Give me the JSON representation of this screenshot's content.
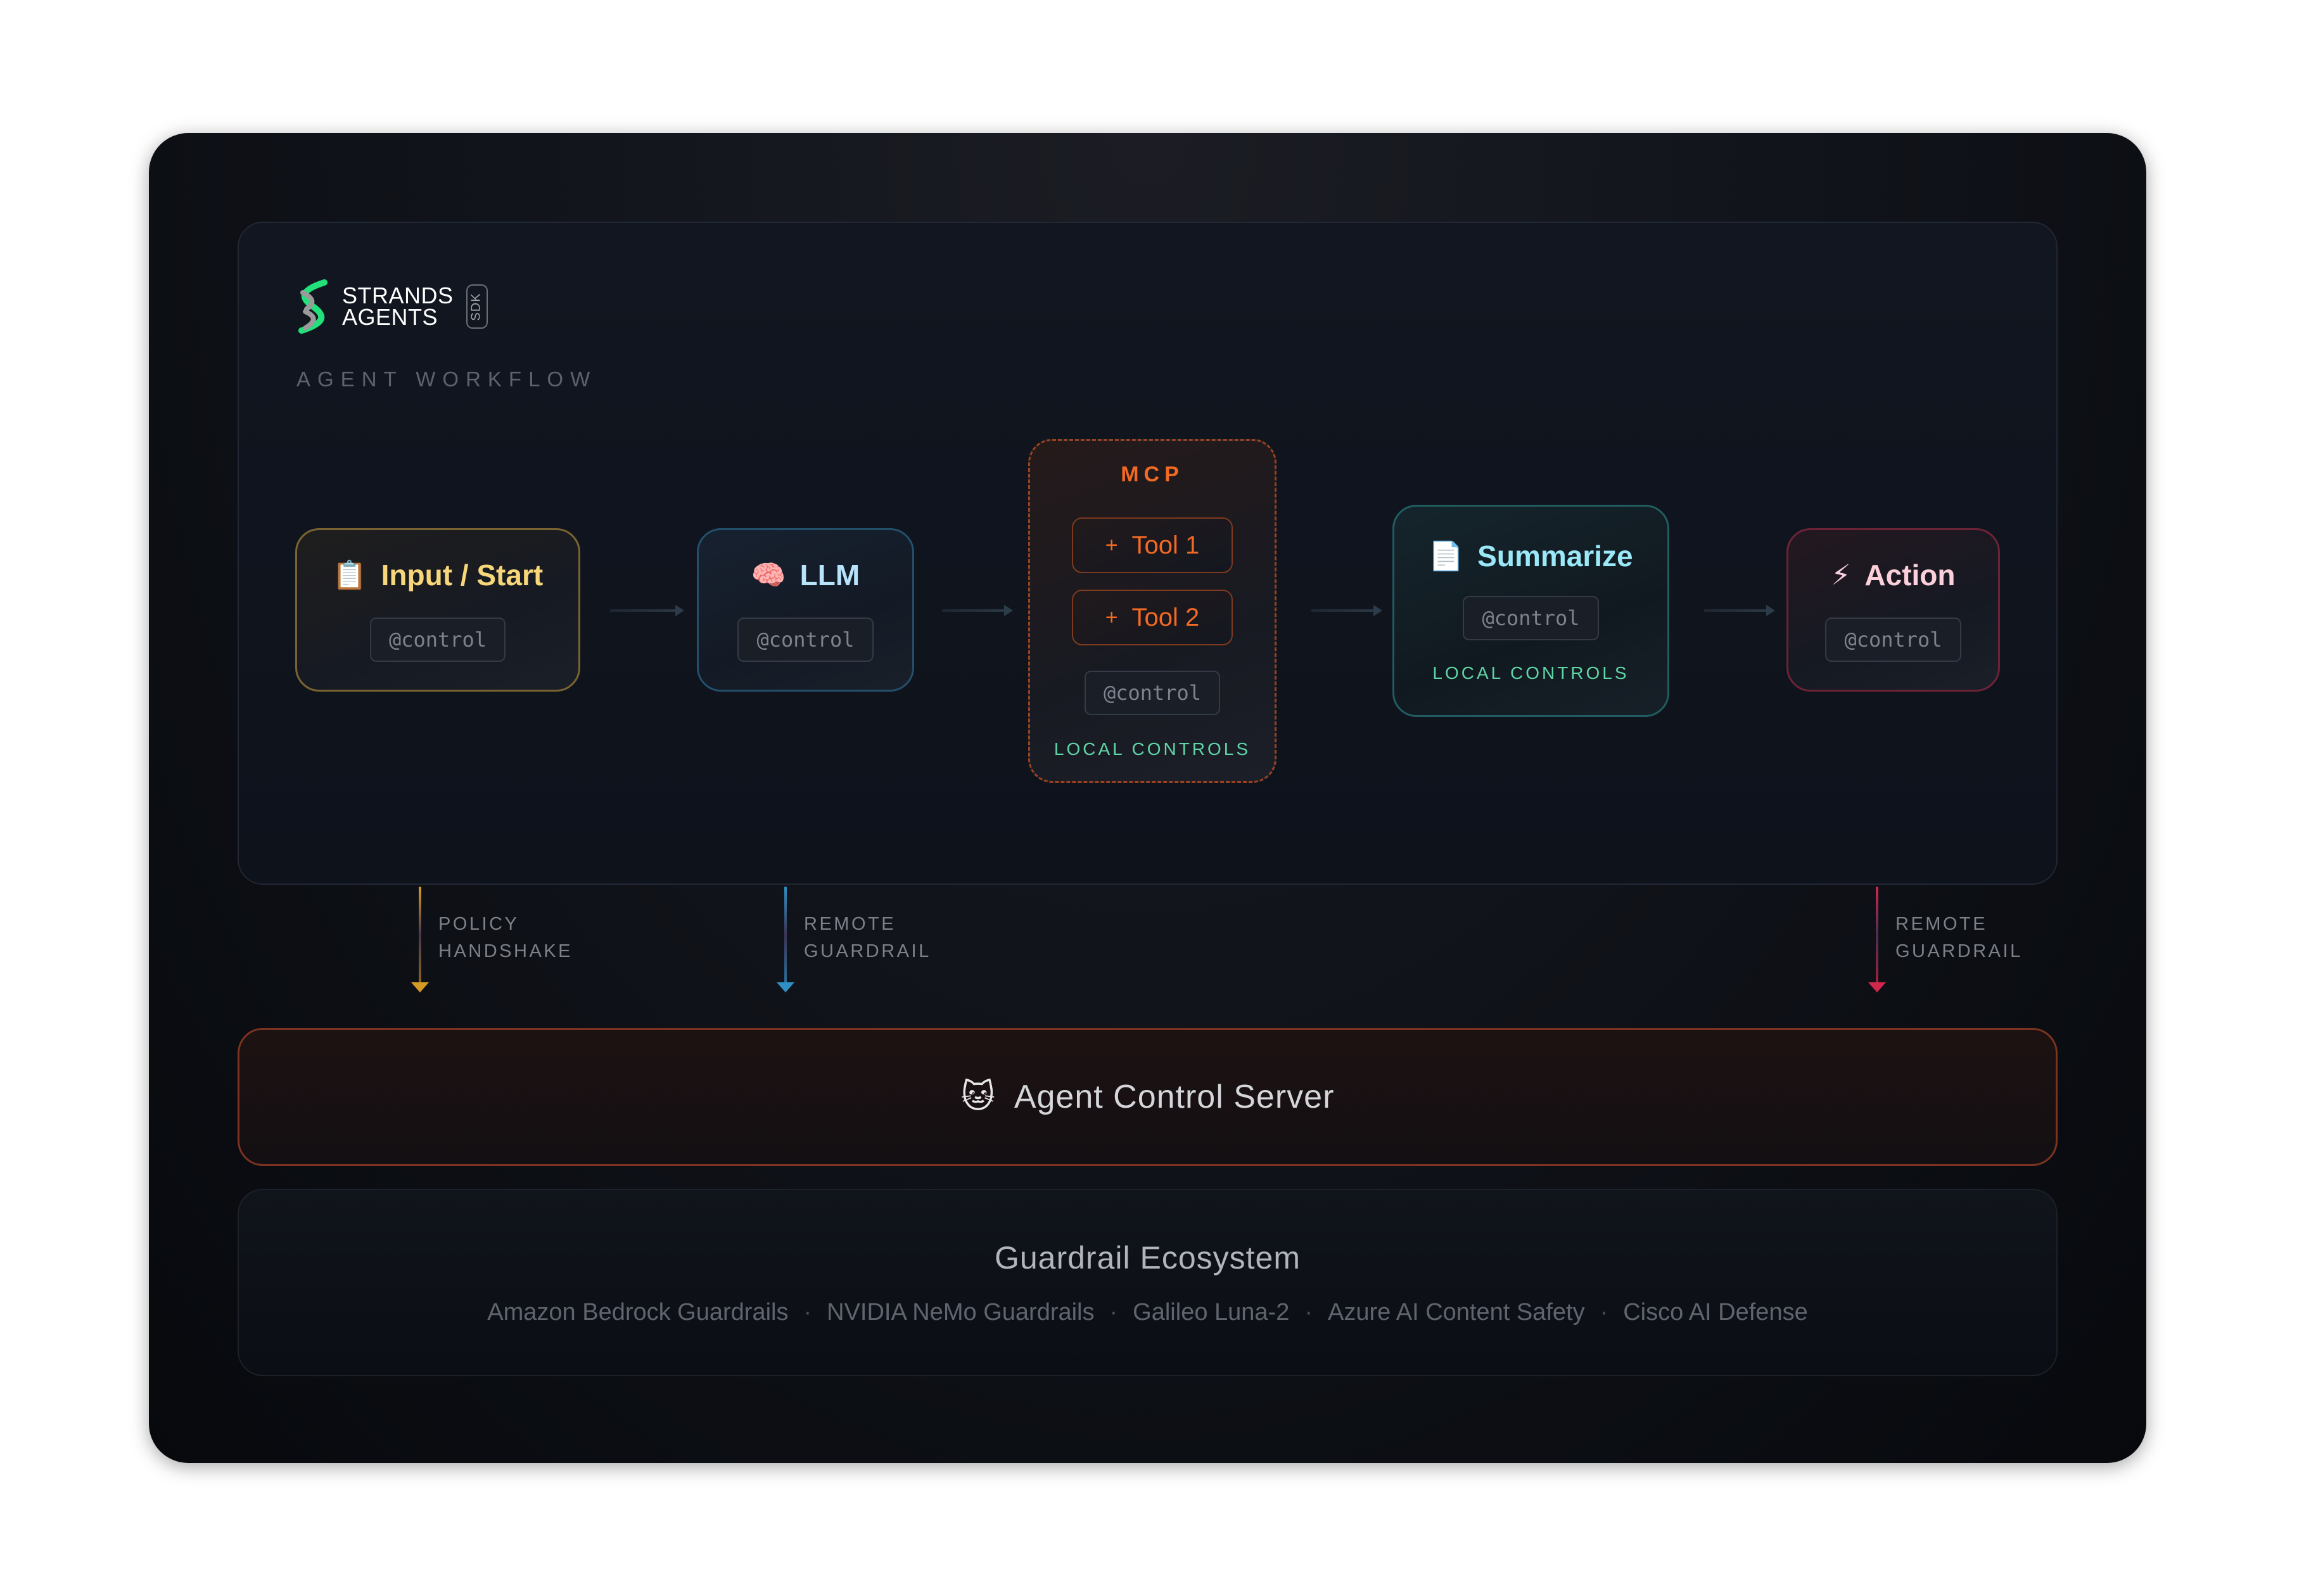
{
  "brand": {
    "line1": "STRANDS",
    "line2": "AGENTS",
    "badge": "SDK",
    "logo_icon": "strands-helix-icon",
    "accent": "#22e07a"
  },
  "workflow": {
    "section_label": "AGENT WORKFLOW",
    "nodes": [
      {
        "id": "input",
        "icon": "clipboard-icon",
        "emoji": "📋",
        "title": "Input / Start",
        "chip": "@control",
        "color": "#f7d77a",
        "border": "#7a6431"
      },
      {
        "id": "llm",
        "icon": "brain-icon",
        "emoji": "🧠",
        "title": "LLM",
        "chip": "@control",
        "color": "#b8e3fb",
        "border": "#23506c"
      },
      {
        "id": "mcp",
        "label": "MCP",
        "tools": [
          {
            "plus": "+",
            "label": "Tool 1"
          },
          {
            "plus": "+",
            "label": "Tool 2"
          }
        ],
        "chip": "@control",
        "local": "LOCAL CONTROLS",
        "color": "#f26a24",
        "border": "#9a4322"
      },
      {
        "id": "summarize",
        "icon": "document-icon",
        "emoji": "📄",
        "title": "Summarize",
        "chip": "@control",
        "local": "LOCAL CONTROLS",
        "color": "#9ae8f8",
        "border": "#215c61"
      },
      {
        "id": "action",
        "icon": "lightning-icon",
        "emoji": "⚡",
        "title": "Action",
        "chip": "@control",
        "color": "#fbd0da",
        "border": "#6c2338"
      }
    ]
  },
  "connectors": [
    {
      "label_line1": "POLICY",
      "label_line2": "HANDSHAKE",
      "color": "#d59a24"
    },
    {
      "label_line1": "REMOTE",
      "label_line2": "GUARDRAIL",
      "color": "#2f8fc4"
    },
    {
      "label_line1": "REMOTE",
      "label_line2": "GUARDRAIL",
      "color": "#d0274a"
    }
  ],
  "server": {
    "icon": "cat-mascot-icon",
    "emoji": "🐱",
    "title": "Agent Control Server"
  },
  "ecosystem": {
    "title": "Guardrail Ecosystem",
    "separator": "·",
    "providers": [
      "Amazon Bedrock Guardrails",
      "NVIDIA NeMo Guardrails",
      "Galileo Luna-2",
      "Azure AI Content Safety",
      "Cisco AI Defense"
    ]
  }
}
